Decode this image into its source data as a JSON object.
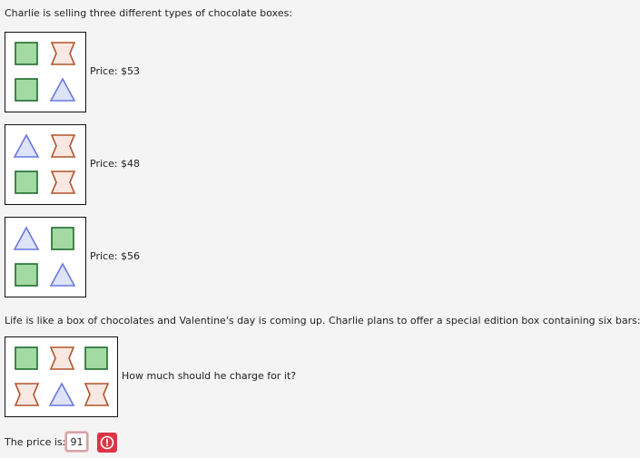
{
  "problem": {
    "intro": "Charlie is selling three different types of chocolate boxes:",
    "boxes": [
      {
        "price_label": "Price: $53",
        "items": [
          "square",
          "hourglass",
          "square",
          "triangle"
        ]
      },
      {
        "price_label": "Price: $48",
        "items": [
          "triangle",
          "hourglass",
          "square",
          "hourglass"
        ]
      },
      {
        "price_label": "Price: $56",
        "items": [
          "triangle",
          "square",
          "square",
          "triangle"
        ]
      }
    ],
    "special_intro": "Life is like a box of chocolates and Valentine's day is coming up. Charlie plans to offer a special edition box containing six bars:",
    "special_box": {
      "items": [
        "square",
        "hourglass",
        "square",
        "hourglass",
        "triangle",
        "hourglass"
      ]
    },
    "question": "How much should he charge for it?",
    "answer_label": "The price is:",
    "answer_value": "91"
  },
  "colors": {
    "square_fill": "#a3d9a3",
    "square_stroke": "#1f6b2e",
    "triangle_fill": "#dde3f8",
    "triangle_stroke": "#6a77e0",
    "hourglass_fill": "#f9e8e2",
    "hourglass_stroke": "#b0532a",
    "error_badge": "#dc3545"
  },
  "icons": {
    "error_badge": "exclamation-circle-icon"
  }
}
